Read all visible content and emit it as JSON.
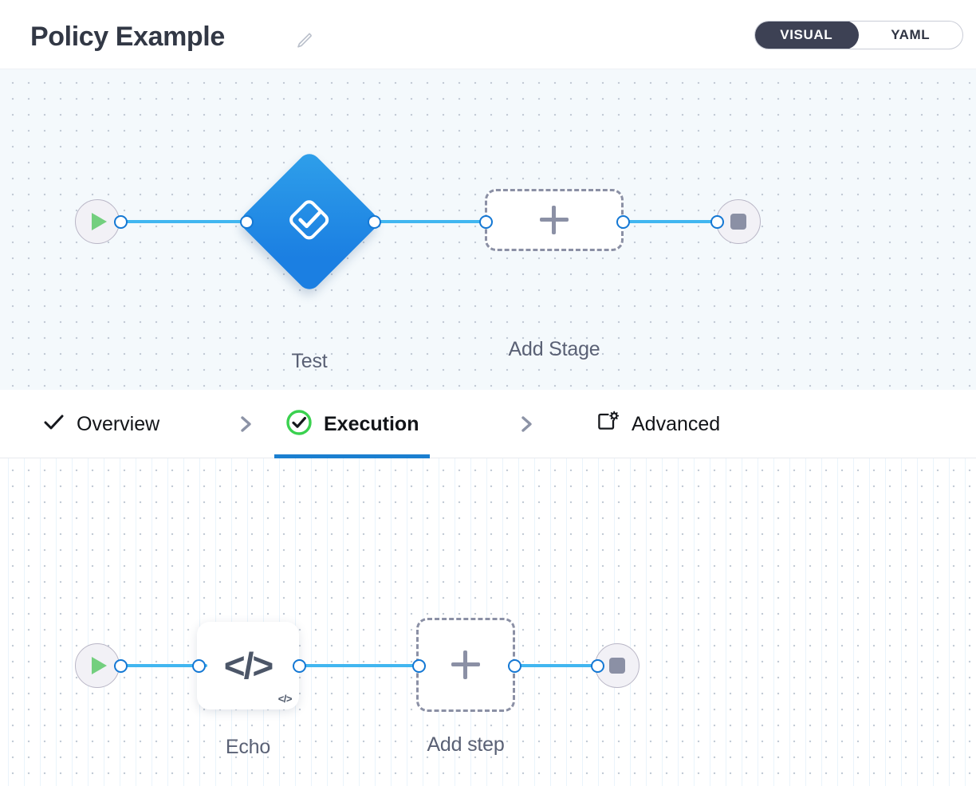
{
  "header": {
    "title": "Policy Example",
    "edit_icon": "pencil-icon",
    "mode_toggle": {
      "options": [
        "VISUAL",
        "YAML"
      ],
      "active": "VISUAL",
      "active_bg": "#3d4154"
    }
  },
  "stage_canvas": {
    "start_node": {
      "icon": "play-icon",
      "color": "#73cf7e"
    },
    "end_node": {
      "icon": "stop-icon",
      "color": "#8b90a5"
    },
    "nodes": [
      {
        "label": "Test",
        "type": "stage",
        "icon": "check-diamond-icon",
        "color": "#1b7fe2"
      }
    ],
    "add_button": {
      "label": "Add Stage",
      "icon": "plus-icon"
    }
  },
  "tabs": [
    {
      "label": "Overview",
      "icon": "check-icon",
      "active": false
    },
    {
      "label": "Execution",
      "icon": "check-circle-icon",
      "active": true
    },
    {
      "label": "Advanced",
      "icon": "square-gear-icon",
      "active": false
    }
  ],
  "tab_separator_icon": "chevron-right-icon",
  "active_tab_color": "#1b7fd0",
  "step_canvas": {
    "start_node": {
      "icon": "play-icon",
      "color": "#73cf7e"
    },
    "end_node": {
      "icon": "stop-icon",
      "color": "#8b90a5"
    },
    "nodes": [
      {
        "label": "Echo",
        "type": "step",
        "icon": "code-icon",
        "badge": "</>",
        "glyph": "</>"
      }
    ],
    "add_button": {
      "label": "Add step",
      "icon": "plus-icon"
    }
  }
}
